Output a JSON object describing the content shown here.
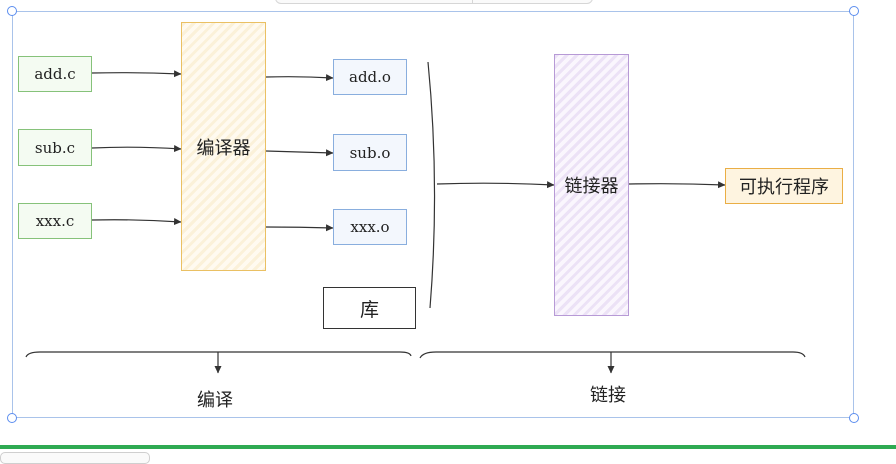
{
  "diagram": {
    "sources": [
      "add.c",
      "sub.c",
      "xxx.c"
    ],
    "compiler": "编译器",
    "objects": [
      "add.o",
      "sub.o",
      "xxx.o"
    ],
    "library": "库",
    "linker": "链接器",
    "executable": "可执行程序",
    "stage_compile": "编译",
    "stage_link": "链接"
  },
  "colors": {
    "source_border": "#86c27a",
    "object_border": "#89aede",
    "compiler_border": "#eac063",
    "linker_border": "#b79ad6",
    "executable_border": "#eaae45",
    "frame_border": "#a9c3ea",
    "accent_bar": "#2eaa52"
  }
}
